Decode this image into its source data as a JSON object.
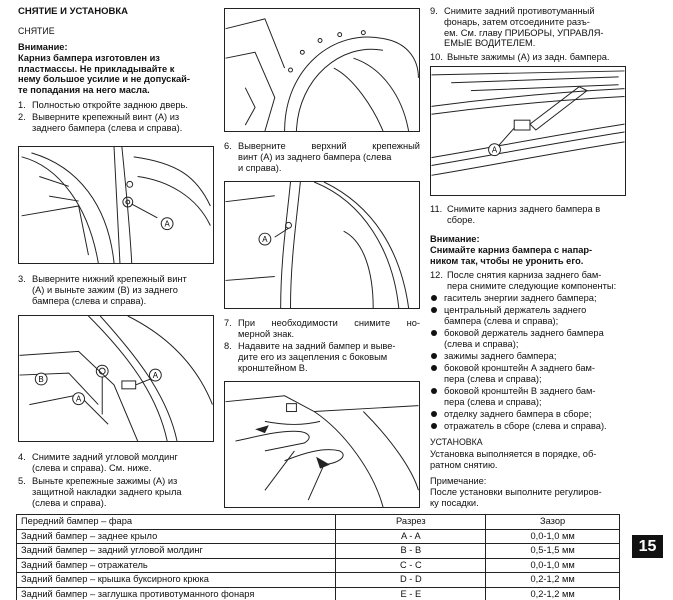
{
  "column1": {
    "section_title": "СНЯТИЕ И УСТАНОВКА",
    "subsection": "СНЯТИЕ",
    "warning_title": "Внимание:",
    "warning_lines": [
      "Карниз бампера изготовлен из",
      "пластмассы. Не прикладывайте к",
      "нему большое усилие и не допускай-",
      "те попадания на него масла."
    ],
    "step1": {
      "num": "1.",
      "lines": [
        "Полностью откройте заднюю дверь."
      ]
    },
    "step2": {
      "num": "2.",
      "lines": [
        "Выверните крепежный винт (A) из",
        "заднего бампера (слева и справа)."
      ]
    },
    "step3": {
      "num": "3.",
      "lines": [
        "Выверните нижний крепежный винт",
        "(A) и выньте зажим (B) из заднего",
        "бампера (слева и справа)."
      ]
    },
    "step4": {
      "num": "4.",
      "lines": [
        "Снимите задний угловой молдинг",
        "(слева и справа). См. ниже."
      ]
    },
    "step5": {
      "num": "5.",
      "lines": [
        "Выньте крепежные зажимы (A) из",
        "защитной накладки заднего крыла",
        "(слева и справа)."
      ]
    },
    "fig1_label_a": "A",
    "fig2_label_a": "A",
    "fig2_label_b": "B"
  },
  "column2": {
    "step6": {
      "num": "6.",
      "lines": [
        "Выверните верхний крепежный",
        "винт (A) из заднего бампера (слева",
        "и справа)."
      ]
    },
    "step7": {
      "num": "7.",
      "lines": [
        "При необходимости снимите но-",
        "мерной знак."
      ]
    },
    "step8": {
      "num": "8.",
      "lines": [
        "Надавите на задний бампер и выве-",
        "дите его из зацепления с боковым",
        "кронштейном B."
      ]
    },
    "fig_label_a": "A"
  },
  "column3": {
    "step9": {
      "num": "9.",
      "lines": [
        "Снимите задний противотуманный",
        "фонарь, затем отсоедините разъ-",
        "ем. См. главу ПРИБОРЫ, УПРАВЛЯ-",
        "ЕМЫЕ ВОДИТЕЛЕМ."
      ]
    },
    "step10": {
      "num": "10.",
      "lines": [
        "Выньте зажимы (A) из задн. бампера."
      ]
    },
    "step11": {
      "num": "11.",
      "lines": [
        "Снимите карниз заднего бампера в",
        "сборе."
      ]
    },
    "warning_title": "Внимание:",
    "warning_lines": [
      "Снимайте карниз бампера с напар-",
      "ником так, чтобы не уронить его."
    ],
    "step12": {
      "num": "12.",
      "lines": [
        "После снятия карниза заднего бам-",
        "пера снимите следующие компоненты:"
      ]
    },
    "bullets": [
      [
        "гаситель энергии заднего бампера;"
      ],
      [
        "центральный держатель заднего",
        "бампера (слева и справа);"
      ],
      [
        "боковой держатель заднего бампера",
        "(слева и справа);"
      ],
      [
        "зажимы заднего бампера;"
      ],
      [
        "боковой кронштейн A заднего бам-",
        "пера (слева и справа);"
      ],
      [
        "боковой кронштейн B заднего бам-",
        "пера (слева и справа);"
      ],
      [
        "отделку заднего бампера в сборе;"
      ],
      [
        "отражатель в сборе (слева и справа)."
      ]
    ],
    "install_title": "УСТАНОВКА",
    "install_lines": [
      "Установка выполняется в порядке, об-",
      "ратном снятию."
    ],
    "note_title": "Примечание:",
    "note_lines": [
      "После установки выполните регулиров-",
      "ку посадки."
    ],
    "fig_label_a": "A"
  },
  "table": {
    "headers": [
      "Передний бампер – фара",
      "Разрез",
      "Зазор"
    ],
    "rows": [
      [
        "Задний бампер – заднее крыло",
        "A - A",
        "0,0-1,0 мм"
      ],
      [
        "Задний бампер – задний угловой молдинг",
        "B - B",
        "0,5-1,5 мм"
      ],
      [
        "Задний бампер – отражатель",
        "C - C",
        "0,0-1,0 мм"
      ],
      [
        "Задний бампер – крышка буксирного крюка",
        "D - D",
        "0,2-1,2 мм"
      ],
      [
        "Задний бампер – заглушка противотуманного фонаря",
        "E - E",
        "0,2-1,2 мм"
      ]
    ]
  },
  "page_badge": "15"
}
